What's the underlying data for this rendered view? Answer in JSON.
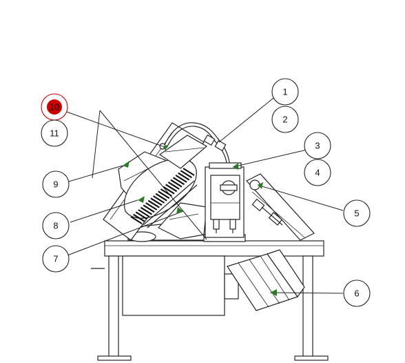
{
  "diagram": {
    "colors": {
      "line": "#222222",
      "highlight": "#cc0000",
      "arrow": "#2a7a2a",
      "background": "#ffffff"
    },
    "callouts": [
      {
        "id": "c1",
        "label": "1"
      },
      {
        "id": "c2",
        "label": "2"
      },
      {
        "id": "c3",
        "label": "3"
      },
      {
        "id": "c4",
        "label": "4"
      },
      {
        "id": "c5",
        "label": "5"
      },
      {
        "id": "c6",
        "label": "6"
      },
      {
        "id": "c7",
        "label": "7"
      },
      {
        "id": "c8",
        "label": "8"
      },
      {
        "id": "c9",
        "label": "9"
      },
      {
        "id": "c10",
        "label": "10",
        "highlighted": true
      },
      {
        "id": "c11",
        "label": "11"
      }
    ]
  }
}
